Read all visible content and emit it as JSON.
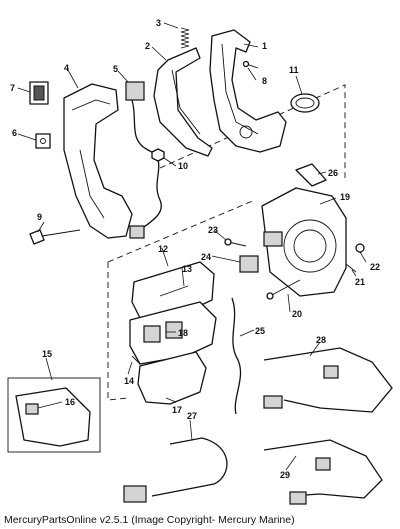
{
  "callouts": {
    "c1": "1",
    "c2": "2",
    "c3": "3",
    "c4": "4",
    "c5": "5",
    "c6": "6",
    "c7": "7",
    "c8": "8",
    "c9": "9",
    "c10": "10",
    "c11": "11",
    "c12": "12",
    "c13": "13",
    "c14": "14",
    "c15": "15",
    "c16": "16",
    "c17": "17",
    "c18": "18",
    "c19": "19",
    "c20": "20",
    "c21": "21",
    "c22": "22",
    "c23": "23",
    "c24": "24",
    "c25": "25",
    "c26": "26",
    "c27": "27",
    "c28": "28",
    "c29": "29"
  },
  "caption": "MercuryPartsOnline v2.5.1 (Image Copyright- Mercury Marine)"
}
